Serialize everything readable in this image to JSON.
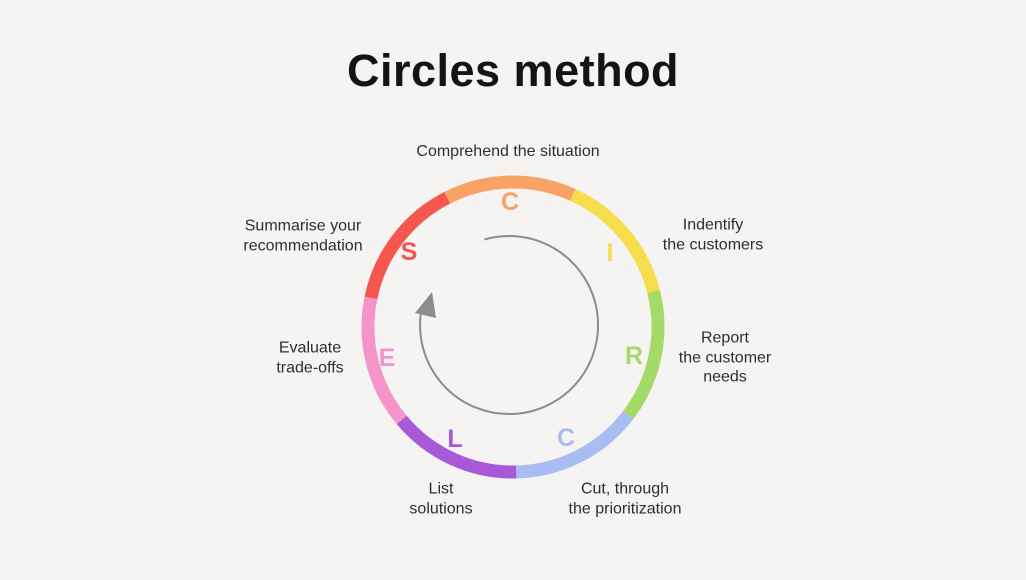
{
  "page": {
    "title": "Circles method",
    "background": "#F5F4F3",
    "text_color": "#2E2E2E"
  },
  "diagram": {
    "name": "circles-method-cycle",
    "arrow": {
      "color": "#8C8C8C",
      "direction": "clockwise"
    },
    "steps": [
      {
        "letter": "C",
        "color": "#F9A266",
        "lines": [
          "Comprehend the situation"
        ]
      },
      {
        "letter": "I",
        "color": "#F6DD4E",
        "lines": [
          "Indentify",
          "the customers"
        ]
      },
      {
        "letter": "R",
        "color": "#A3DB66",
        "lines": [
          "Report",
          "the customer",
          "needs"
        ]
      },
      {
        "letter": "C",
        "color": "#A9BDF2",
        "lines": [
          "Cut, through",
          "the prioritization"
        ]
      },
      {
        "letter": "L",
        "color": "#A958D8",
        "lines": [
          "List",
          "solutions"
        ]
      },
      {
        "letter": "E",
        "color": "#F494C9",
        "lines": [
          "Evaluate",
          "trade-offs"
        ]
      },
      {
        "letter": "S",
        "color": "#F5574F",
        "lines": [
          "Summarise your",
          "recommendation"
        ]
      }
    ]
  }
}
